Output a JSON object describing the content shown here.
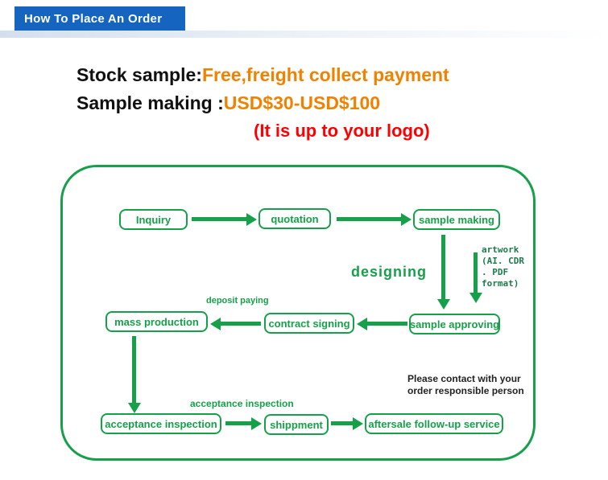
{
  "colors": {
    "banner_blue": "#1565c0",
    "accent_orange": "#ef8200",
    "accent_red": "#ff0000",
    "flow_green": "#16a04a"
  },
  "header": {
    "title": "How To Place An Order"
  },
  "pricing": {
    "stock_label": "Stock sample:",
    "stock_value": "Free,freight collect payment",
    "sample_label": "Sample making :",
    "sample_value": "USD$30-USD$100",
    "logo_note": "(It is up to your logo)"
  },
  "flowchart": {
    "nodes": [
      {
        "label": "Inquiry"
      },
      {
        "label": "quotation"
      },
      {
        "label": "sample making"
      },
      {
        "label": "sample approving"
      },
      {
        "label": "contract signing"
      },
      {
        "label": "mass production"
      },
      {
        "label": "acceptance inspection"
      },
      {
        "label": "shippment"
      },
      {
        "label": "aftersale follow-up service"
      }
    ],
    "annotations": {
      "designing": "designing",
      "artwork": "artwork\n(AI. CDR\n. PDF\nformat)",
      "deposit_paying": "deposit paying",
      "acceptance_inspection": "acceptance inspection",
      "contact_note": "Please contact with your\norder responsible person"
    }
  }
}
